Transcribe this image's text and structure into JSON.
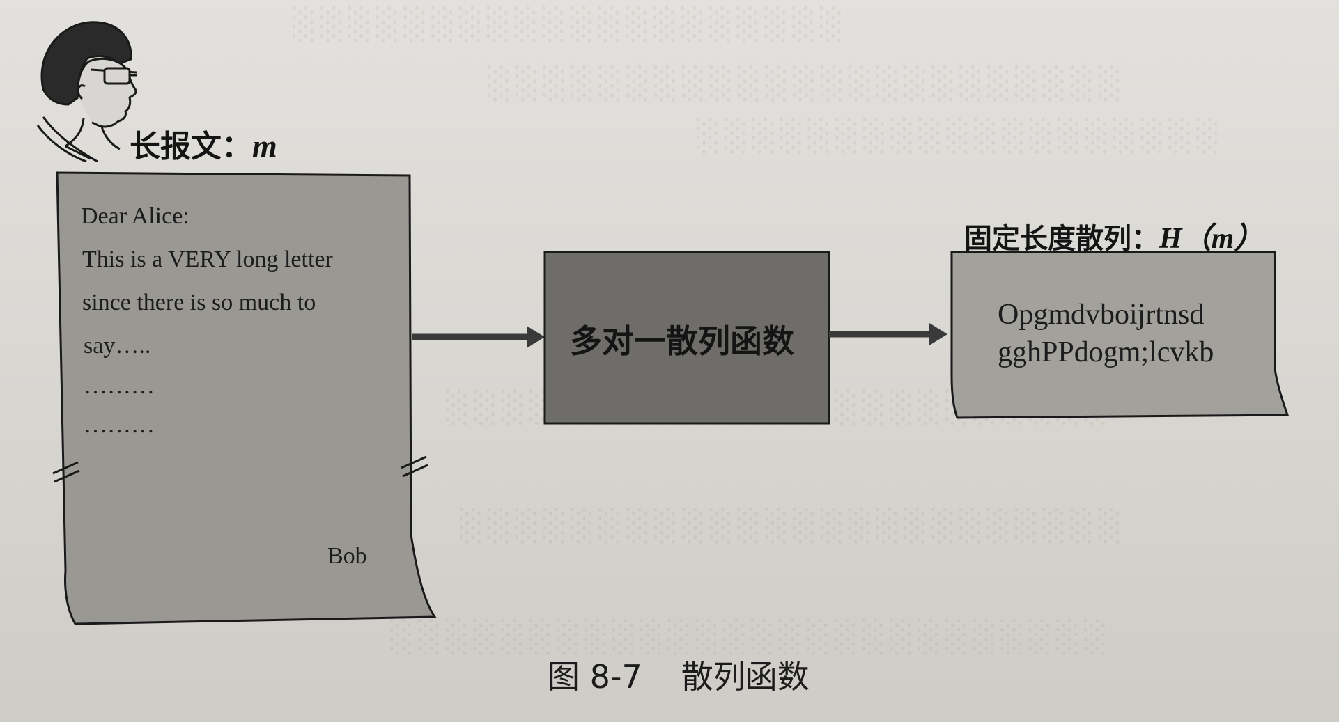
{
  "sender": {
    "label_prefix": "长报文：",
    "label_var": "m"
  },
  "letter": {
    "lines": [
      "Dear Alice:",
      "This is a VERY long letter",
      "since there is so much to",
      "say…..",
      "………",
      "………"
    ],
    "signature": "Bob"
  },
  "function_box": {
    "label": "多对一散列函数"
  },
  "output": {
    "label_prefix": "固定长度散列：",
    "label_var": "H（m）",
    "hash_lines": [
      "Opgmdvboijrtnsd",
      "gghPPdogm;lcvkb"
    ]
  },
  "caption": {
    "number": "图 8-7",
    "title": "散列函数"
  },
  "colors": {
    "letter_fill": "#9a9893",
    "function_fill": "#6f6d69",
    "output_fill": "#a3a19c",
    "stroke": "#1a1a1a",
    "paper": "#dcdad6"
  },
  "icons": {
    "person": "person-with-glasses-icon",
    "arrow": "right-arrow-icon",
    "break_mark": "break-mark-icon"
  }
}
